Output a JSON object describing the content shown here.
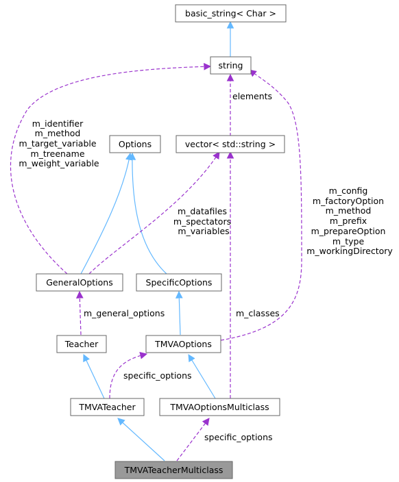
{
  "diagram": {
    "nodes": {
      "basic_string": "basic_string< Char >",
      "string": "string",
      "options": "Options",
      "vector": "vector< std::string >",
      "general_options": "GeneralOptions",
      "specific_options": "SpecificOptions",
      "teacher": "Teacher",
      "tmva_options": "TMVAOptions",
      "tmva_teacher": "TMVATeacher",
      "tmva_options_multiclass": "TMVAOptionsMulticlass",
      "tmva_teacher_multiclass": "TMVATeacherMulticlass"
    },
    "labels": {
      "elements": "elements",
      "general_to_string": [
        "m_identifier",
        "m_method",
        "m_target_variable",
        "m_treename",
        "m_weight_variable"
      ],
      "general_to_vector": [
        "m_datafiles",
        "m_spectators",
        "m_variables"
      ],
      "tmva_options_to_string": [
        "m_config",
        "m_factoryOption",
        "m_method",
        "m_prefix",
        "m_prepareOption",
        "m_type",
        "m_workingDirectory"
      ],
      "m_classes": "m_classes",
      "m_general_options": "m_general_options",
      "specific_options_teacher": "specific_options",
      "specific_options_multiclass": "specific_options"
    },
    "colors": {
      "inheritance_edge": "#63b8ff",
      "usage_edge": "#9a32cd",
      "root_node_fill": "#999999"
    }
  }
}
